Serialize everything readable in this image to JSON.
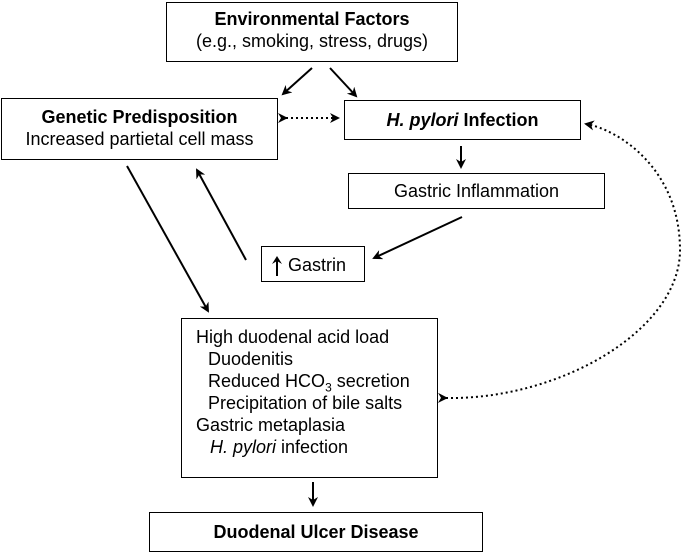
{
  "environmental": {
    "title": "Environmental Factors",
    "subtitle": "(e.g., smoking, stress, drugs)"
  },
  "genetic": {
    "title": "Genetic Predisposition",
    "subtitle": "Increased partietal cell mass"
  },
  "hpylori": {
    "italic": "H. pylori",
    "rest": " Infection"
  },
  "inflammation": {
    "label": "Gastric Inflammation"
  },
  "gastrin": {
    "label": "Gastrin",
    "arrow_icon": "up-arrow-icon"
  },
  "acid_load": {
    "line1": "High duodenal acid load",
    "line2": "Duodenitis",
    "line3_pre": "Reduced HCO",
    "line3_sub": "3",
    "line3_post": " secretion",
    "line4": "Precipitation of bile salts",
    "line5": "Gastric metaplasia",
    "line6_italic": "H. pylori",
    "line6_rest": " infection"
  },
  "outcome": {
    "label": "Duodenal Ulcer Disease"
  }
}
